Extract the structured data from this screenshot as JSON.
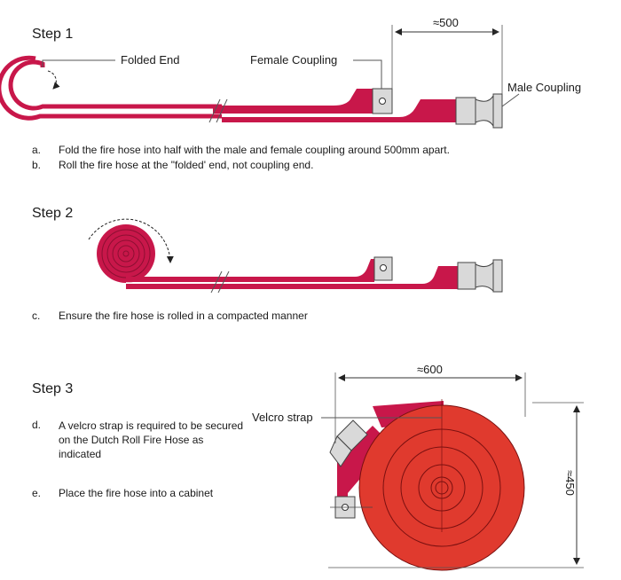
{
  "step1": {
    "title": "Step 1",
    "labels": {
      "folded_end": "Folded End",
      "female_coupling": "Female Coupling",
      "male_coupling": "Male Coupling",
      "dimension": "≈500"
    },
    "instructions": [
      {
        "letter": "a.",
        "text": "Fold the fire hose into half with the male and female coupling around 500mm apart."
      },
      {
        "letter": "b.",
        "text": "Roll the fire hose at the \"folded' end, not coupling end."
      }
    ]
  },
  "step2": {
    "title": "Step 2",
    "instructions": [
      {
        "letter": "c.",
        "text": "Ensure the fire hose is rolled in a compacted manner"
      }
    ]
  },
  "step3": {
    "title": "Step 3",
    "labels": {
      "velcro_strap": "Velcro strap",
      "width_dimension": "≈600",
      "height_dimension": "≈450"
    },
    "instructions": [
      {
        "letter": "d.",
        "text": "A velcro strap is required to be secured on the Dutch Roll Fire Hose as indicated"
      },
      {
        "letter": "e.",
        "text": "Place the fire hose into a cabinet"
      }
    ]
  },
  "colors": {
    "hose_red": "#c8174a",
    "roll_red": "#e03a2e",
    "coupling_grey": "#d9d9d9",
    "line": "#333333"
  }
}
